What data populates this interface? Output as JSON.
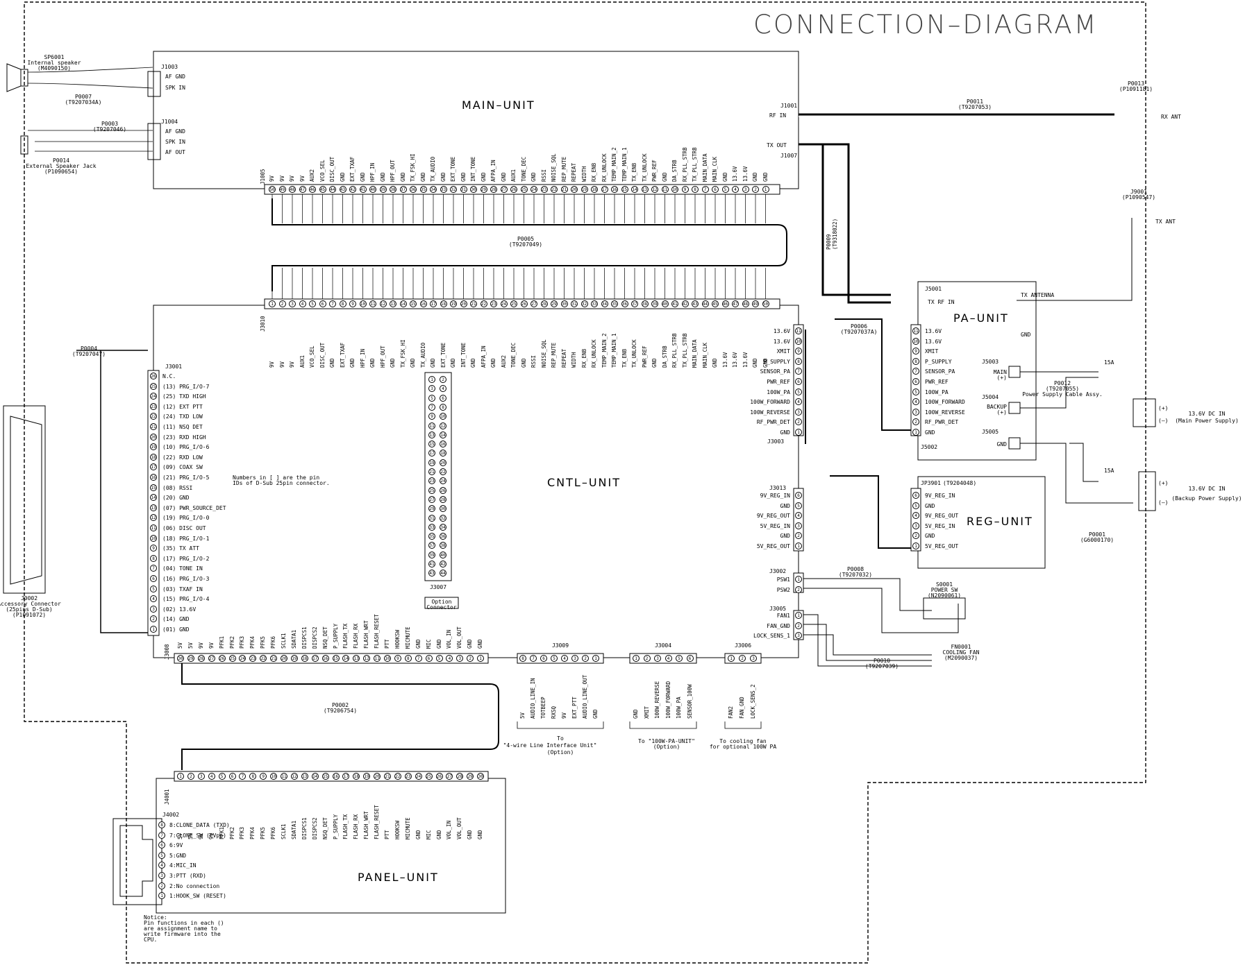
{
  "title": "CONNECTION–DIAGRAM",
  "units": {
    "main": "MAIN–UNIT",
    "cntl": "CNTL–UNIT",
    "pa": "PA–UNIT",
    "reg": "REG–UNIT",
    "panel": "PANEL–UNIT"
  },
  "speaker": {
    "ref": "SP6001",
    "name": "Internal speaker",
    "part": "(M4090150)",
    "cable_ref": "P0007",
    "cable_part": "(T9207034A)",
    "jack": "J1003",
    "pins": [
      "AF GND",
      "SPK IN"
    ]
  },
  "ext_jack": {
    "cable_ref": "P0003",
    "cable_part": "(T9207046)",
    "jack": "J1004",
    "pins": [
      "AF GND",
      "SPK IN",
      "AF OUT"
    ],
    "ref": "P0014",
    "name": "External Speaker Jack",
    "part": "(P1090654)"
  },
  "j1005": {
    "ref": "J1005",
    "labels": [
      "9V",
      "9V",
      "9V",
      "9V",
      "AUX2",
      "VCO_SEL",
      "DISC_OUT",
      "GND",
      "EXT_TXAF",
      "GND",
      "HPF_IN",
      "GND",
      "HPF_OUT",
      "GND",
      "TX_FSK_HI",
      "GND",
      "TX_AUDIO",
      "GND",
      "EXT_TONE",
      "GND",
      "INT_TONE",
      "GND",
      "AFPA_IN",
      "GND",
      "AUX1",
      "TONE_DEC",
      "GND",
      "RSSI",
      "NOISE_SQL",
      "REP_MUTE",
      "REPEAT",
      "WIDTH",
      "RX_ENB",
      "RX_UNLOCK",
      "TEMP_MAIN_2",
      "TEMP_MAIN_1",
      "TX_ENB",
      "TX_UNLOCK",
      "PWR_REF",
      "GND",
      "DA_STRB",
      "RX_PLL_STRB",
      "TX_PLL_STRB",
      "MAIN_DATA",
      "MAIN_CLK",
      "GND",
      "13.6V",
      "13.6V",
      "GND",
      "GND"
    ]
  },
  "p0005": {
    "ref": "P0005",
    "part": "(T9207049)"
  },
  "j3010": {
    "ref": "J3010",
    "labels": [
      "9V",
      "9V",
      "9V",
      "AUX1",
      "VCO_SEL",
      "DISC_OUT",
      "GND",
      "EXT_TXAF",
      "GND",
      "HPF_IN",
      "GND",
      "HPF_OUT",
      "GND",
      "TX_FSK_HI",
      "GND",
      "TX_AUDIO",
      "GND",
      "EXT_TONE",
      "GND",
      "INT_TONE",
      "GND",
      "AFPA_IN",
      "GND",
      "AUX2",
      "TONE_DEC",
      "GND",
      "RSSI",
      "NOISE_SQL",
      "REP_MUTE",
      "REPEAT",
      "WIDTH",
      "RX_ENB",
      "RX_UNLOCK",
      "TEMP_MAIN_2",
      "TEMP_MAIN_1",
      "TX_ENB",
      "TX_UNLOCK",
      "PWR_REF",
      "GND",
      "DA_STRB",
      "RX_PLL_STRB",
      "TX_PLL_STRB",
      "MAIN_DATA",
      "MAIN_CLK",
      "GND",
      "13.6V",
      "13.6V",
      "13.6V",
      "GND",
      "GND"
    ]
  },
  "rf": {
    "j1001": "J1001",
    "rf_in": "RF IN",
    "p0011": "P0011",
    "p0011_part": "(T9207053)",
    "p0013": "P0013",
    "p0013_part": "(P1091181)",
    "rx_ant": "RX ANT",
    "tx_out": "TX OUT",
    "j1007": "J1007",
    "p0009": "P0009",
    "p0009_part": "(T9318022)",
    "j9001": "J9001",
    "j9001_part": "(P1090547)",
    "tx_ant": "TX ANT"
  },
  "accessory": {
    "cable_ref": "P0004",
    "cable_part": "(T9207047)",
    "jack": "J3001",
    "pins": [
      "N.C.",
      "(13) PRG_I/O-7",
      "(25) TXD HIGH",
      "(12) EXT PTT",
      "(24) TXD LOW",
      "(11) NSQ DET",
      "(23) RXD HIGH",
      "(10) PRG_I/O-6",
      "(22) RXD LOW",
      "(09) COAX SW",
      "(21) PRG_I/O-5",
      "(08) RSSI",
      "(20) GND",
      "(07) PWR_SOURCE_DET",
      "(19) PRG_I/O-0",
      "(06) DISC OUT",
      "(18) PRG_I/O-1",
      "(35) TX ATT",
      "(17) PRG_I/O-2",
      "(04) TONE IN",
      "(16) PRG_I/O-3",
      "(03) TXAF IN",
      "(15) PRG_I/O-4",
      "(02) 13.6V",
      "(14) GND",
      "(01) GND"
    ],
    "note": [
      "Numbers in [ ] are the pin",
      "IDs of D-Sub 25pin connector."
    ],
    "conn_ref": "J0002",
    "conn_name": "Accessory Connector",
    "conn_desc": "(25pins D-Sub)",
    "conn_part": "(P1091072)"
  },
  "option": {
    "jack": "J3007",
    "label": [
      "Option",
      "Connector"
    ]
  },
  "pa_left": {
    "pins": [
      "13.6V",
      "13.6V",
      "XMIT",
      "P_SUPPLY",
      "SENSOR_PA",
      "PWR_REF",
      "100W_PA",
      "100W_FORWARD",
      "100W_REVERSE",
      "RF_PWR_DET",
      "GND"
    ],
    "jack": "J3003",
    "cable_ref": "P0006",
    "cable_part": "(T9207037A)"
  },
  "pa_unit": {
    "j5001": "J5001",
    "tx_rf_in": "TX RF IN",
    "tx_antenna": "TX ANTENNA",
    "gnd": "GND",
    "pins": [
      "13.6V",
      "13.6V",
      "XMIT",
      "P_SUPPLY",
      "SENSOR_PA",
      "PWR_REF",
      "100W_PA",
      "100W_FORWARD",
      "100W_REVERSE",
      "RF_PWR_DET",
      "GND"
    ],
    "j5002": "J5002"
  },
  "power": {
    "j5003": "J5003",
    "main": "MAIN",
    "main_sign": "(+)",
    "j5004": "J5004",
    "backup": "BACKUP",
    "backup_sign": "(+)",
    "j5005": "J5005",
    "gnd": "GND",
    "p0012": "P0012",
    "p0012_part": "(T9207055)",
    "p0012_name": "Power Supply Cable Assy.",
    "fuse1": "15A",
    "fuse2": "15A",
    "main_in": "13.6V DC IN",
    "main_desc": "(Main Power Supply)",
    "backup_in": "13.6V DC IN",
    "backup_desc": "(Backup Power Supply)",
    "plus": "(+)",
    "minus": "(–)",
    "p0001": "P0001",
    "p0001_part": "(G6000170)"
  },
  "reg": {
    "jack": "J3013",
    "pins": [
      "9V_REG_IN",
      "GND",
      "9V_REG_OUT",
      "5V_REG_IN",
      "GND",
      "5V_REG_OUT"
    ],
    "jp": "JP3901",
    "jp_part": "(T9204048)"
  },
  "psw": {
    "jack": "J3002",
    "pins": [
      "PSW1",
      "PSW2"
    ],
    "cable_ref": "P0008",
    "cable_part": "(T9207032)",
    "sw_ref": "S0001",
    "sw_name": "POWER SW",
    "sw_part": "(N2090061)"
  },
  "fan": {
    "jack": "J3005",
    "pins": [
      "FAN1",
      "FAN_GND",
      "LOCK_SENS_1"
    ],
    "cable_ref": "P0010",
    "cable_part": "(T9207039)",
    "fan_ref": "FN0001",
    "fan_name": "COOLING FAN",
    "fan_part": "(M2090037)"
  },
  "j3008": {
    "ref": "J3008",
    "labels": [
      "5V",
      "5V",
      "9V",
      "9V",
      "PFK1",
      "PFK2",
      "PFK3",
      "PFK4",
      "PFK5",
      "PFK6",
      "SCLK1",
      "SDATA1",
      "DISPCS1",
      "DISPCS2",
      "NSQ_DET",
      "P_SUPPLY",
      "FLASH_TX",
      "FLASH_RX",
      "FLASH_WRT",
      "FLASH_RESET",
      "PTT",
      "HOOKSW",
      "MICMUTE",
      "GND",
      "MIC",
      "GND",
      "VOL_IN",
      "VOL_OUT",
      "GND",
      "GND"
    ]
  },
  "p0002": {
    "ref": "P0002",
    "part": "(T9206754)"
  },
  "j3009": {
    "ref": "J3009",
    "labels": [
      "5V",
      "AUDIO_LINE_IN",
      "TOTBEEP",
      "RXSQ",
      "9V",
      "EXT_PTT",
      "AUDIO_LINE_OUT",
      "GND"
    ],
    "note": [
      "To",
      "\"4-wire Line Interface Unit\"",
      "(Option)"
    ]
  },
  "j3004": {
    "ref": "J3004",
    "labels": [
      "GND",
      "XMIT",
      "100W_REVERSE",
      "100W_FORWARD",
      "100W_PA",
      "SENSOR_100W"
    ],
    "note": [
      "To \"100W-PA-UNIT\"",
      "(Option)"
    ]
  },
  "j3006": {
    "ref": "J3006",
    "labels": [
      "FAN2",
      "FAN_GND",
      "LOCK_SENS_2"
    ],
    "note": [
      "To cooling fan",
      "for optional 100W PA"
    ]
  },
  "j4001": {
    "ref": "J4001",
    "labels": [
      "5V",
      "5V",
      "9V",
      "9V",
      "PFK1",
      "PFK2",
      "PFK3",
      "PFK4",
      "PFK5",
      "PFK6",
      "SCLK1",
      "SDATA1",
      "DISPCS1",
      "DISPCS2",
      "NSQ_DET",
      "P_SUPPLY",
      "FLASH_TX",
      "FLASH_RX",
      "FLASH_WRT",
      "FLASH_RESET",
      "PTT",
      "HOOKSW",
      "MICMUTE",
      "GND",
      "MIC",
      "GND",
      "VOL_IN",
      "VOL_OUT",
      "GND",
      "GND"
    ]
  },
  "j4002": {
    "ref": "J4002",
    "pins": [
      "8:CLONE_DATA (TXD)",
      "7:CLONE_SW (FVpp)",
      "6:9V",
      "5:GND",
      "4:MIC_IN",
      "3:PTT (RXD)",
      "2:No connection",
      "1:HOOK_SW (RESET)"
    ]
  },
  "notice": [
    "Notice:",
    "Pin functions in each ()",
    "are assignment name to",
    "write firmware into the",
    "CPU."
  ]
}
